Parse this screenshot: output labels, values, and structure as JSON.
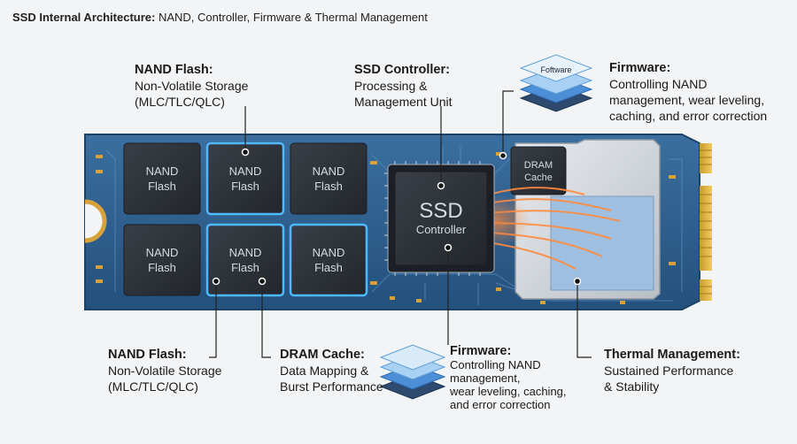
{
  "title": {
    "bold": "SSD Internal Architecture:",
    "rest": "NAND, Controller, Firmware & Thermal Management"
  },
  "labels": {
    "nand_top": {
      "head": "NAND Flash:",
      "lines": [
        "Non-Volatile Storage",
        "(MLC/TLC/QLC)"
      ]
    },
    "controller": {
      "head": "SSD Controller:",
      "lines": [
        "Processing &",
        "Management Unit"
      ]
    },
    "firmware_top": {
      "head": "Firmware:",
      "lines": [
        "Controlling NAND",
        "management, wear leveling,",
        "caching, and error correction"
      ]
    },
    "nand_bottom": {
      "head": "NAND Flash:",
      "lines": [
        "Non-Volatile Storage",
        "(MLC/TLC/QLC)"
      ]
    },
    "dram": {
      "head": "DRAM Cache:",
      "lines": [
        "Data Mapping &",
        "Burst Performance"
      ]
    },
    "firmware_bottom": {
      "head": "Firmware:",
      "lines": [
        "Controlling NAND",
        "management,",
        "wear leveling, caching,",
        "and error correction"
      ]
    },
    "thermal": {
      "head": "Thermal Management:",
      "lines": [
        "Sustained Performance",
        "& Stability"
      ]
    }
  },
  "board": {
    "nand_chips": [
      {
        "line1": "NAND",
        "line2": "Flash"
      },
      {
        "line1": "NAND",
        "line2": "Flash"
      },
      {
        "line1": "NAND",
        "line2": "Flash"
      },
      {
        "line1": "NAND",
        "line2": "Flash"
      },
      {
        "line1": "NAND",
        "line2": "Flash"
      },
      {
        "line1": "NAND",
        "line2": "Flash"
      }
    ],
    "controller": {
      "line1": "SSD",
      "line2": "Controller"
    },
    "dram": {
      "line1": "DRAM",
      "line2": "Cache"
    },
    "firmware_stack_label": "Foftware"
  },
  "colors": {
    "pcb": "#2f5f8f",
    "chip": "#2b2f36",
    "highlight": "#4fb8ff",
    "heat": "#ff7a2e",
    "heatsink": "#9fbfe0"
  }
}
